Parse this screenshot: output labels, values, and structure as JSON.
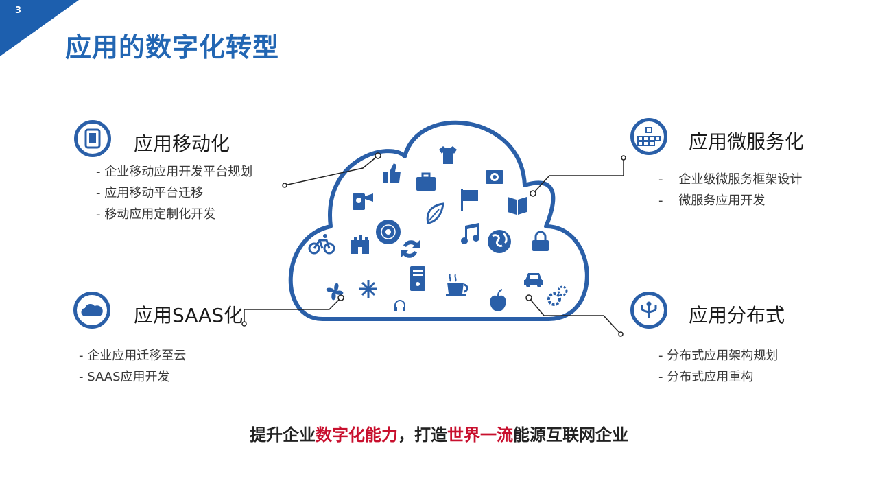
{
  "page_number": "3",
  "title": "应用的数字化转型",
  "colors": {
    "primary": "#2a5fa8",
    "accent_red": "#c8102e",
    "corner": "#1d5fae"
  },
  "sections": [
    {
      "title": "应用移动化",
      "icon": "tablet-icon",
      "bullets": [
        "- 企业移动应用开发平台规划",
        "- 应用移动平台迁移",
        "- 移动应用定制化开发"
      ]
    },
    {
      "title": "应用微服务化",
      "icon": "microservice-grid-icon",
      "bullets": [
        "-    企业级微服务框架设计",
        "-    微服务应用开发"
      ]
    },
    {
      "title": "应用SAAS化",
      "icon": "cloud-icon",
      "bullets": [
        "- 企业应用迁移至云",
        "- SAAS应用开发"
      ]
    },
    {
      "title": "应用分布式",
      "icon": "distribution-icon",
      "bullets": [
        "- 分布式应用架构规划",
        "- 分布式应用重构"
      ]
    }
  ],
  "slogan": {
    "part1": "提升企业",
    "part2": "数字化能力",
    "part3": "，打造",
    "part4": "世界一流",
    "part5": "能源互联网企业"
  },
  "cloud_icons": [
    "thumbs-up-icon",
    "tshirt-icon",
    "briefcase-icon",
    "camera-icon",
    "video-camera-icon",
    "flag-icon",
    "book-icon",
    "leaf-icon",
    "music-note-icon",
    "disc-icon",
    "bicycle-icon",
    "castle-icon",
    "sync-icon",
    "globe-icon",
    "lock-icon",
    "server-icon",
    "fan-icon",
    "snowflake-icon",
    "coffee-icon",
    "car-icon",
    "headphones-icon",
    "apple-icon",
    "gears-icon"
  ]
}
